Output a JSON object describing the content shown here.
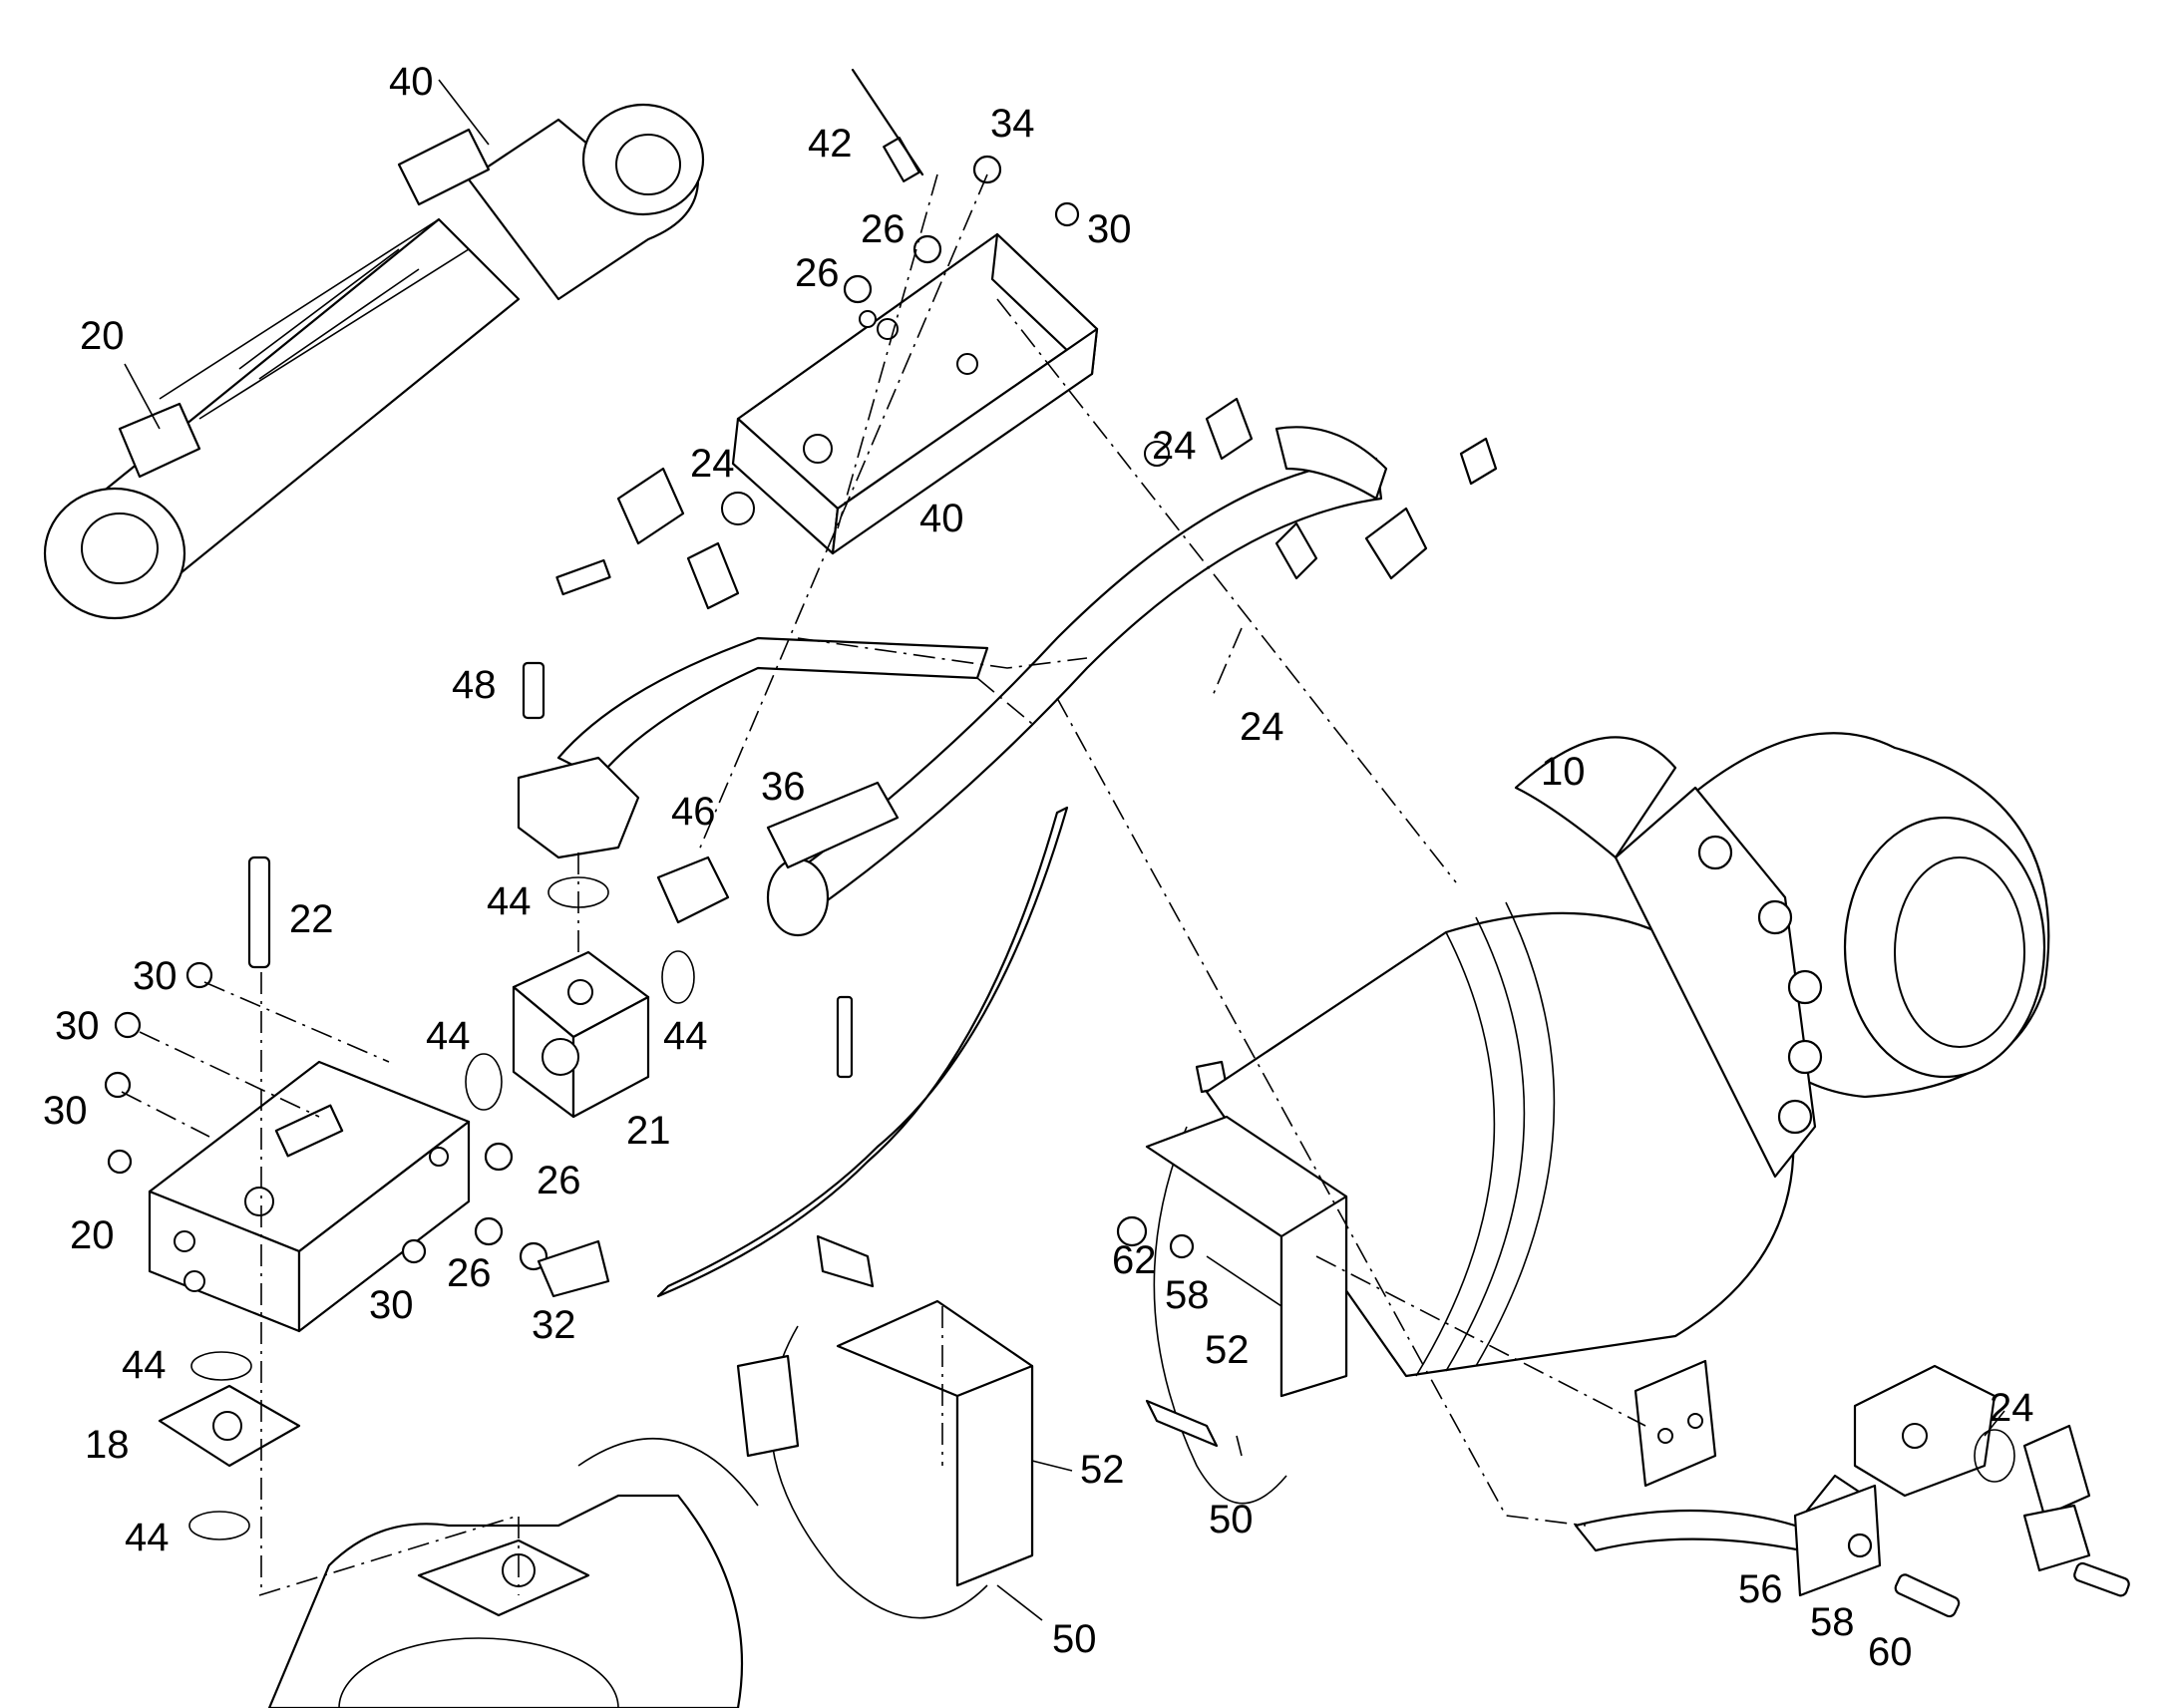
{
  "callouts": {
    "c40a": "40",
    "c20a": "20",
    "c42": "42",
    "c34": "34",
    "c26a": "26",
    "c26b": "26",
    "c30a": "30",
    "c24a": "24",
    "c24b": "24",
    "c40b": "40",
    "c48": "48",
    "c24c": "24",
    "c10": "10",
    "c36": "36",
    "c46": "46",
    "c22": "22",
    "c44a": "44",
    "c30b": "30",
    "c30c": "30",
    "c30d": "30",
    "c44b": "44",
    "c44c": "44",
    "c21": "21",
    "c26c": "26",
    "c20b": "20",
    "c30e": "30",
    "c26d": "26",
    "c32": "32",
    "c44d": "44",
    "c18": "18",
    "c44e": "44",
    "c62": "62",
    "c58a": "58",
    "c52a": "52",
    "c52b": "52",
    "c50a": "50",
    "c50b": "50",
    "c24d": "24",
    "c56": "56",
    "c58b": "58",
    "c60": "60"
  }
}
